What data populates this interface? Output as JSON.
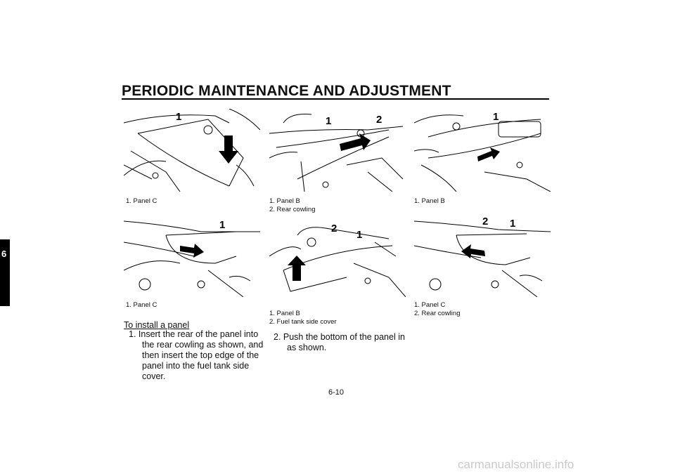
{
  "header": {
    "title": "PERIODIC MAINTENANCE AND ADJUSTMENT"
  },
  "side_tab": {
    "label": "6"
  },
  "figures": [
    {
      "callouts": [
        "1"
      ],
      "captions": [
        "1.  Panel C"
      ]
    },
    {
      "callouts": [
        "1",
        "2"
      ],
      "captions": [
        "1.  Panel B",
        "2.  Rear cowling"
      ]
    },
    {
      "callouts": [
        "1"
      ],
      "captions": [
        "1.  Panel B"
      ]
    },
    {
      "callouts": [
        "1"
      ],
      "captions": [
        "1.  Panel C"
      ]
    },
    {
      "callouts": [
        "2",
        "1"
      ],
      "captions": [
        "1.  Panel B",
        "2.  Fuel tank side cover"
      ]
    },
    {
      "callouts": [
        "2",
        "1"
      ],
      "captions": [
        "1.  Panel C",
        "2.  Rear cowling"
      ]
    }
  ],
  "content": {
    "subheading": "To install a panel",
    "step1": "1.  Insert the rear of the panel into the rear cowling as shown, and then insert the top edge of the panel into the fuel tank side cover.",
    "step2": "2.  Push the bottom of the panel in as shown."
  },
  "footer": {
    "page_number": "6-10",
    "watermark": "carmanualsonline.info"
  }
}
